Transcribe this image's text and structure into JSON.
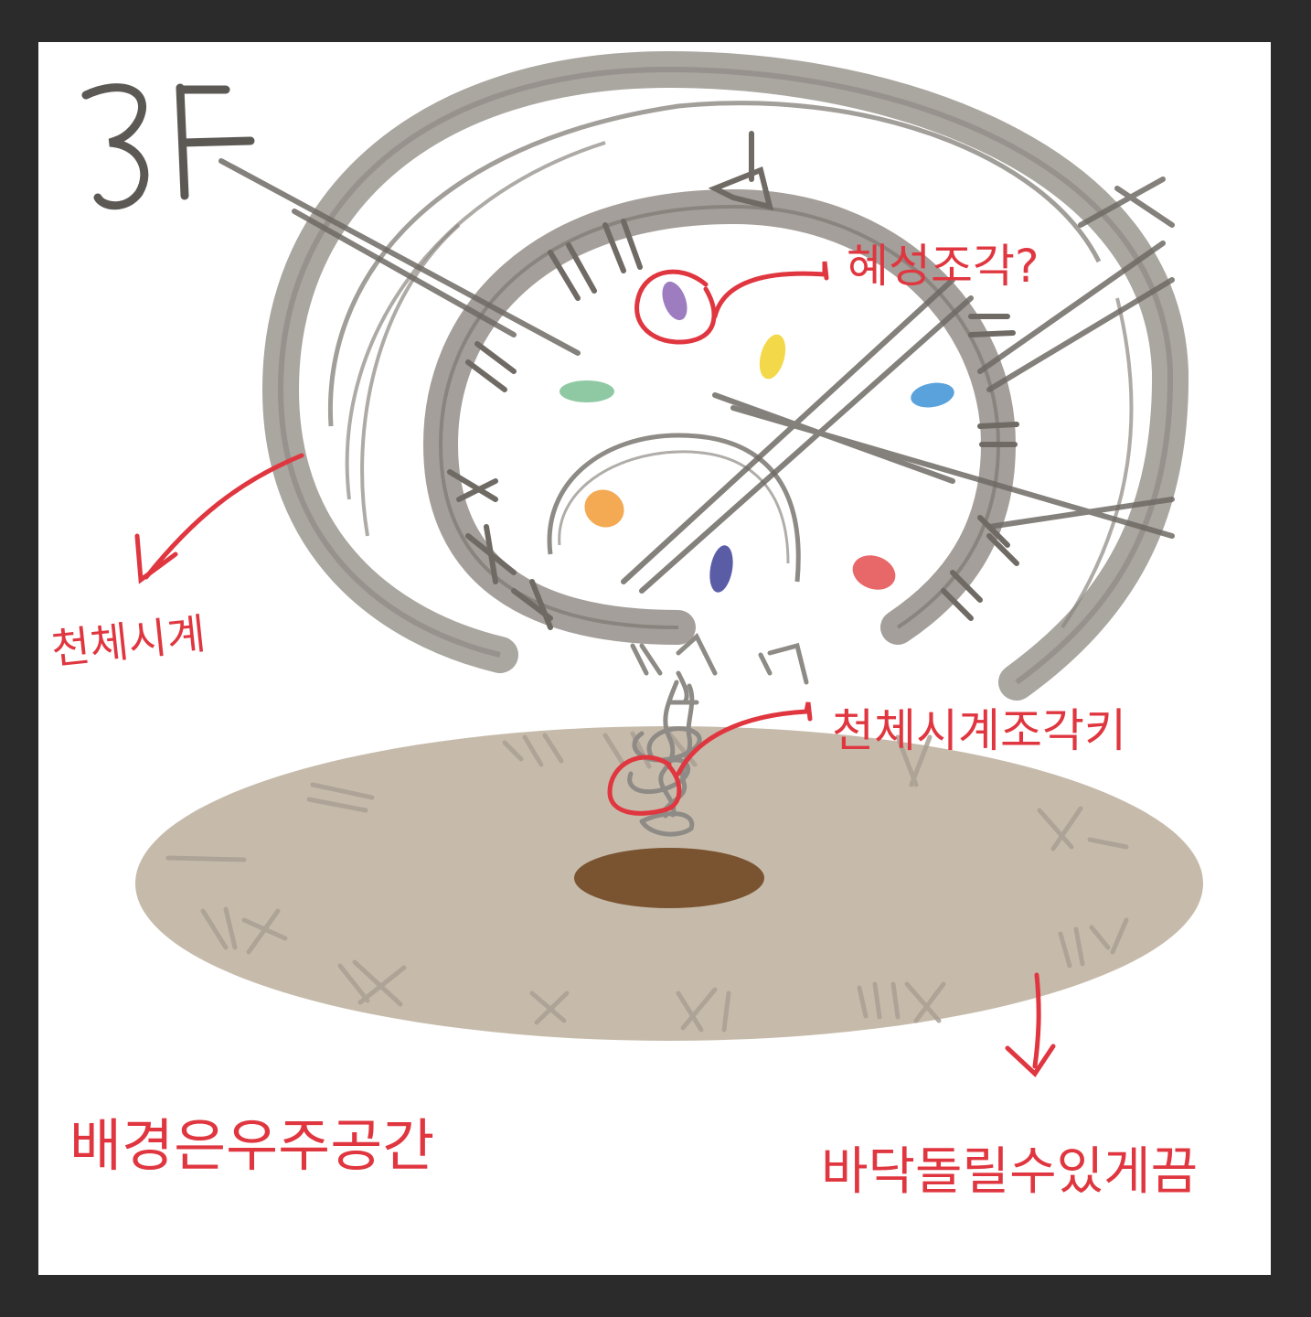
{
  "canvas": {
    "floor_label": "3F"
  },
  "annotations": {
    "fragments": "혜성조각?",
    "astro_clock": "천체시계",
    "clock_fragment_key": "천체시계조각키",
    "background_space": "배경은우주공간",
    "floor_rotatable": "바닥돌릴수있게끔"
  },
  "colors": {
    "background": "#2b2b2b",
    "canvas": "#ffffff",
    "ring": "#9a958f",
    "ring_dark": "#6f6a64",
    "floor": "#c6bbab",
    "floor_center": "#7a5431",
    "annotation": "#e0363f"
  },
  "gems": [
    {
      "name": "purple-gem",
      "color": "#9d7cc0"
    },
    {
      "name": "yellow-gem",
      "color": "#f3d84a"
    },
    {
      "name": "green-gem",
      "color": "#8fc9a4"
    },
    {
      "name": "blue-gem",
      "color": "#5aa2db"
    },
    {
      "name": "orange-gem",
      "color": "#f4a953"
    },
    {
      "name": "indigo-gem",
      "color": "#5a5da5"
    },
    {
      "name": "red-gem",
      "color": "#e8686a"
    }
  ]
}
